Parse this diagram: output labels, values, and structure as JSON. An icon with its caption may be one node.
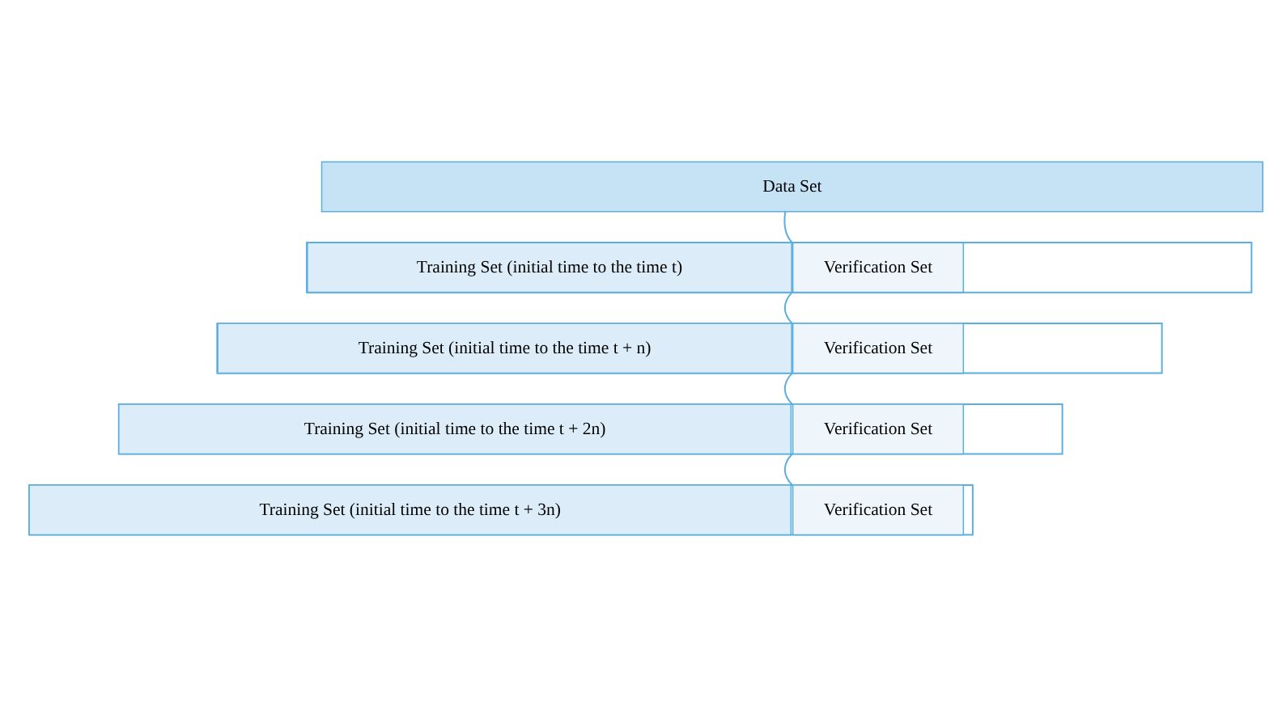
{
  "diagram": {
    "nodes": [
      {
        "text": [
          "Data Set"
        ]
      },
      {
        "text": [],
        "shape": "box"
      },
      {
        "text": [
          "Training Set (initial time to the time t)"
        ],
        "in": 1
      },
      {
        "text": [
          "Verification Set"
        ],
        "in": 1
      },
      {
        "text": [],
        "shape": "box"
      },
      {
        "text": [
          "Training Set (initial time to the time t + n)"
        ],
        "in": 4
      },
      {
        "text": [
          "Verification Set"
        ],
        "in": 4
      },
      {
        "text": [],
        "shape": "box"
      },
      {
        "text": [
          "Training Set (initial time to the time t + 2n)"
        ],
        "in": 7
      },
      {
        "text": [
          "Verification Set"
        ],
        "in": 7
      },
      {
        "text": [],
        "shape": "box"
      },
      {
        "text": [
          "Training Set (initial time to the time t + 3n)"
        ],
        "in": 10
      },
      {
        "text": [
          "Verification Set"
        ],
        "in": 10
      }
    ],
    "edges": [
      {
        "from": 0,
        "to": 1,
        "arrow": "none"
      },
      {
        "from": 1,
        "to": 4,
        "arrow": "none"
      },
      {
        "from": 4,
        "to": 7,
        "arrow": "none"
      },
      {
        "from": 7,
        "to": 10,
        "arrow": "none"
      }
    ]
  }
}
